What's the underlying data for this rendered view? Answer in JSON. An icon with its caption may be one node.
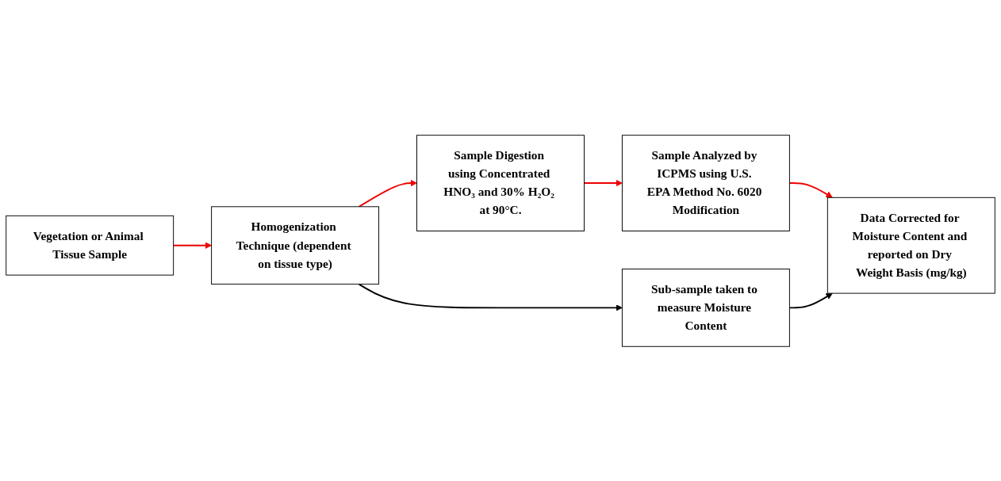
{
  "diagram": {
    "nodes": [
      {
        "text": [
          "Vegetation or Animal Tissue Sample"
        ]
      },
      {
        "text": [
          "Homogenization Technique (dependent on tissue type)"
        ]
      },
      {
        "text": [
          "Sample Digestion using Concentrated HNO₃ and 30% H₂O₂ at 90°C."
        ]
      },
      {
        "text": [
          "Sample Analyzed by ICPMS using U.S. EPA Method No. 6020 Modification"
        ]
      },
      {
        "text": [
          "Sub-sample taken to measure Moisture Content"
        ]
      },
      {
        "text": [
          "Data Corrected for Moisture Content and reported on Dry Weight Basis (mg/kg)"
        ]
      }
    ],
    "edges": [
      {
        "from": 0,
        "to": 1,
        "arrow": "to"
      },
      {
        "from": 1,
        "to": 2,
        "arrow": "to"
      },
      {
        "from": 2,
        "to": 3,
        "arrow": "to"
      },
      {
        "from": 3,
        "to": 5,
        "arrow": "to"
      },
      {
        "from": 1,
        "to": 4,
        "arrow": "to",
        "color": "#000000"
      },
      {
        "from": 4,
        "to": 5,
        "arrow": "to",
        "color": "#000000"
      }
    ]
  }
}
